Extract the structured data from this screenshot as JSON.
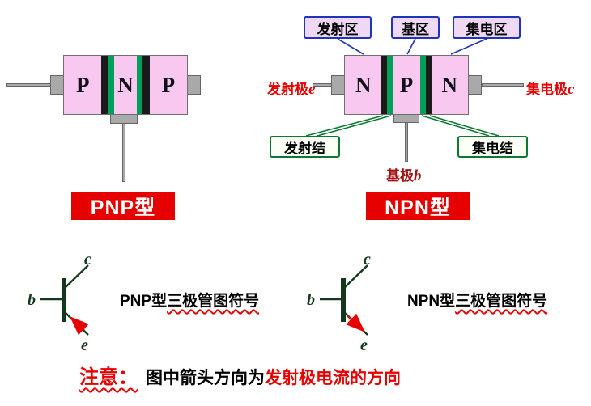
{
  "colors": {
    "body_pink": "#f8c8f0",
    "junction_dark": "#1a1a1a",
    "junction_green": "#00a05a",
    "lead_gray": "#a9a9a9",
    "lead_border": "#666666",
    "blue": "#2233bb",
    "callout_fill": "#eed8f4",
    "green": "#0a7a30",
    "red": "#e60000",
    "maroon": "#a31515",
    "symbol_ink": "#14381c"
  },
  "pnp": {
    "regions": [
      "P",
      "N",
      "P"
    ],
    "type_label": "PNP型"
  },
  "npn": {
    "regions": [
      "N",
      "P",
      "N"
    ],
    "type_label": "NPN型"
  },
  "region_callouts": {
    "emitter": "发射区",
    "base": "基区",
    "collector": "集电区"
  },
  "junction_callouts": {
    "emitter": "发射结",
    "collector": "集电结"
  },
  "electrodes": {
    "emitter_label": "发射极",
    "emitter_symbol": "e",
    "collector_label": "集电极",
    "collector_symbol": "c",
    "base_label": "基极",
    "base_symbol": "b"
  },
  "symbols": {
    "pnp_caption_head": "PNP型",
    "pnp_caption_tail": "三极管图符号",
    "npn_caption_head": "NPN型",
    "npn_caption_tail": "三极管图符号",
    "terminal_b": "b",
    "terminal_c": "c",
    "terminal_e": "e"
  },
  "note": {
    "attention": "注意：",
    "text_black": "图中箭头方向为",
    "text_red": "发射极电流的方向"
  }
}
